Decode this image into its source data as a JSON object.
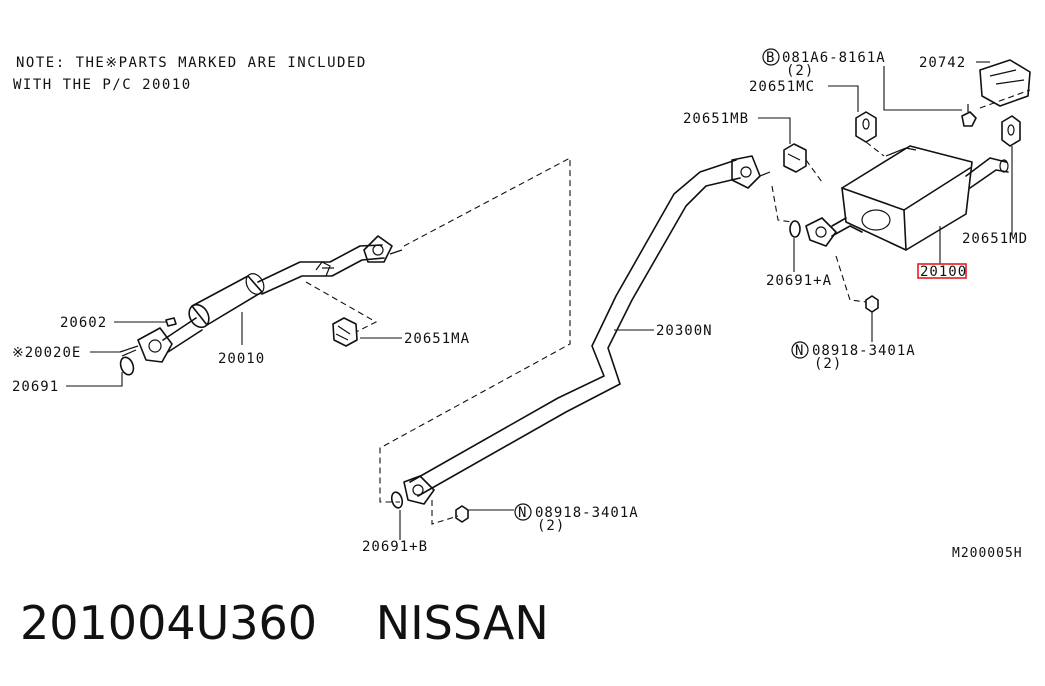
{
  "note": {
    "line1": "NOTE: THE※PARTS MARKED ARE INCLUDED",
    "line2": "WITH THE P/C   20010"
  },
  "callouts": {
    "c20602": "20602",
    "c20020E": "※20020E",
    "c20691": "20691",
    "c20010": "20010",
    "c20651MA": "20651MA",
    "c20300N": "20300N",
    "c20691B": "20691+B",
    "c08918_lower": "08918-3401A",
    "c08918_lower_qty": "(2)",
    "c20651MB": "20651MB",
    "c20651MC": "20651MC",
    "c081A6": "081A6-8161A",
    "c081A6_qty": "(2)",
    "c20742": "20742",
    "c20651MD": "20651MD",
    "c20691A": "20691+A",
    "c20100": "20100",
    "c08918_upper": "08918-3401A",
    "c08918_upper_qty": "(2)",
    "symbol_B": "B",
    "symbol_N": "N"
  },
  "highlight_color": "#e02020",
  "drawing_code": "M200005H",
  "footer": {
    "part_number": "201004U360",
    "brand": "NISSAN"
  }
}
